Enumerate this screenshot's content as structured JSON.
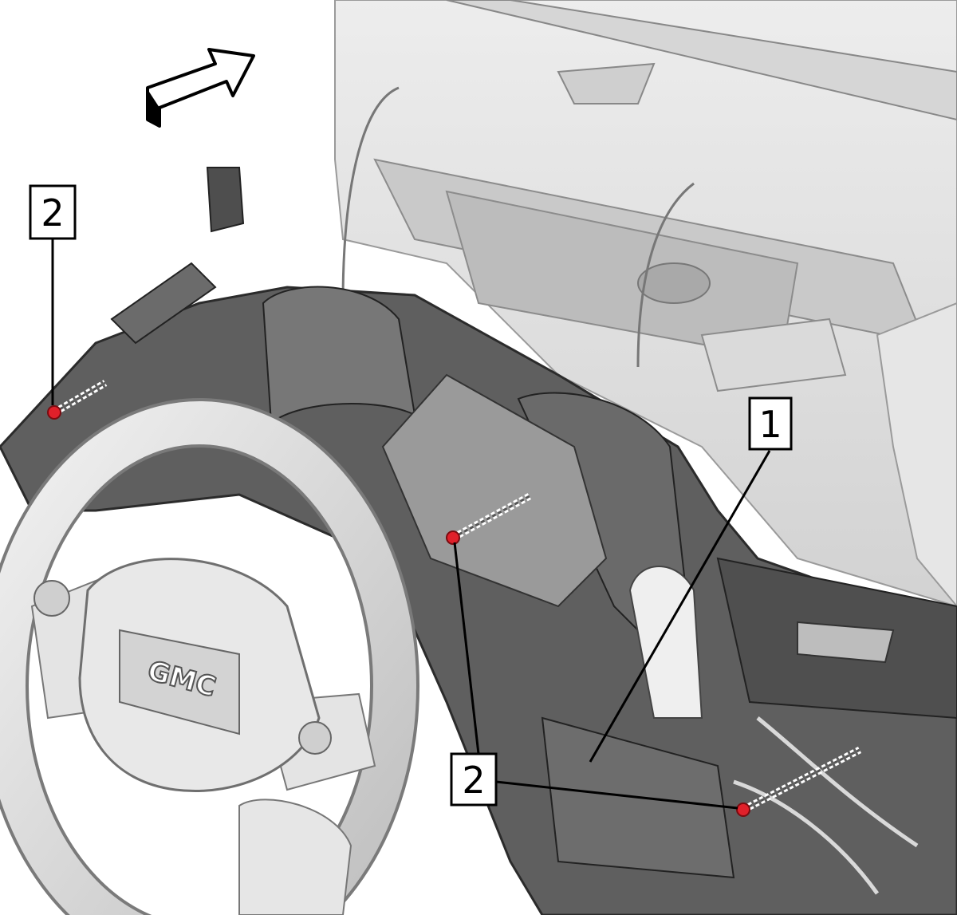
{
  "diagram": {
    "direction_indicator": "forward-arrow-icon",
    "object": "GMC",
    "callouts": [
      {
        "id": "callout-1",
        "label": "1"
      },
      {
        "id": "callout-2-left",
        "label": "2"
      },
      {
        "id": "callout-2-bottom",
        "label": "2"
      }
    ],
    "marker_color": "#e0202a"
  }
}
